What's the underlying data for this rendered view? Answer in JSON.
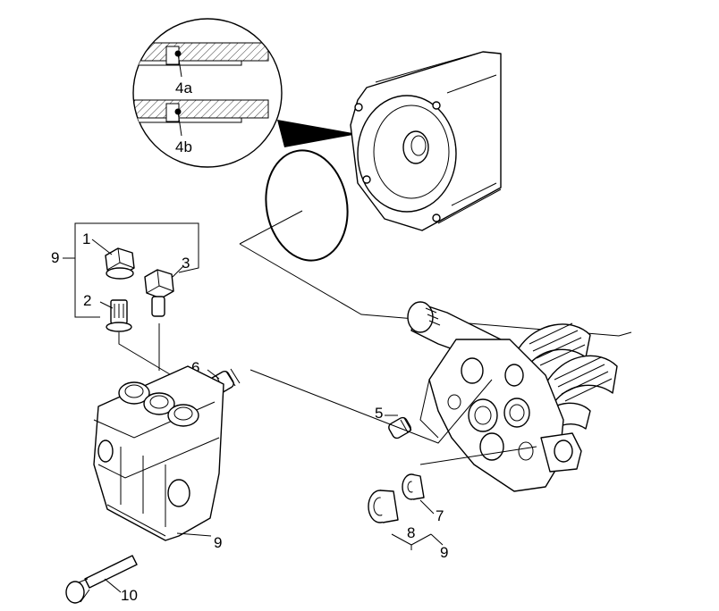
{
  "callouts": {
    "c1": "1",
    "c2": "2",
    "c3": "3",
    "c4a": "4a",
    "c4b": "4b",
    "c5": "5",
    "c6": "6",
    "c7": "7",
    "c8": "8",
    "c9_top": "9",
    "c9_bottom_left": "9",
    "c9_bottom_right": "9",
    "c10": "10"
  }
}
